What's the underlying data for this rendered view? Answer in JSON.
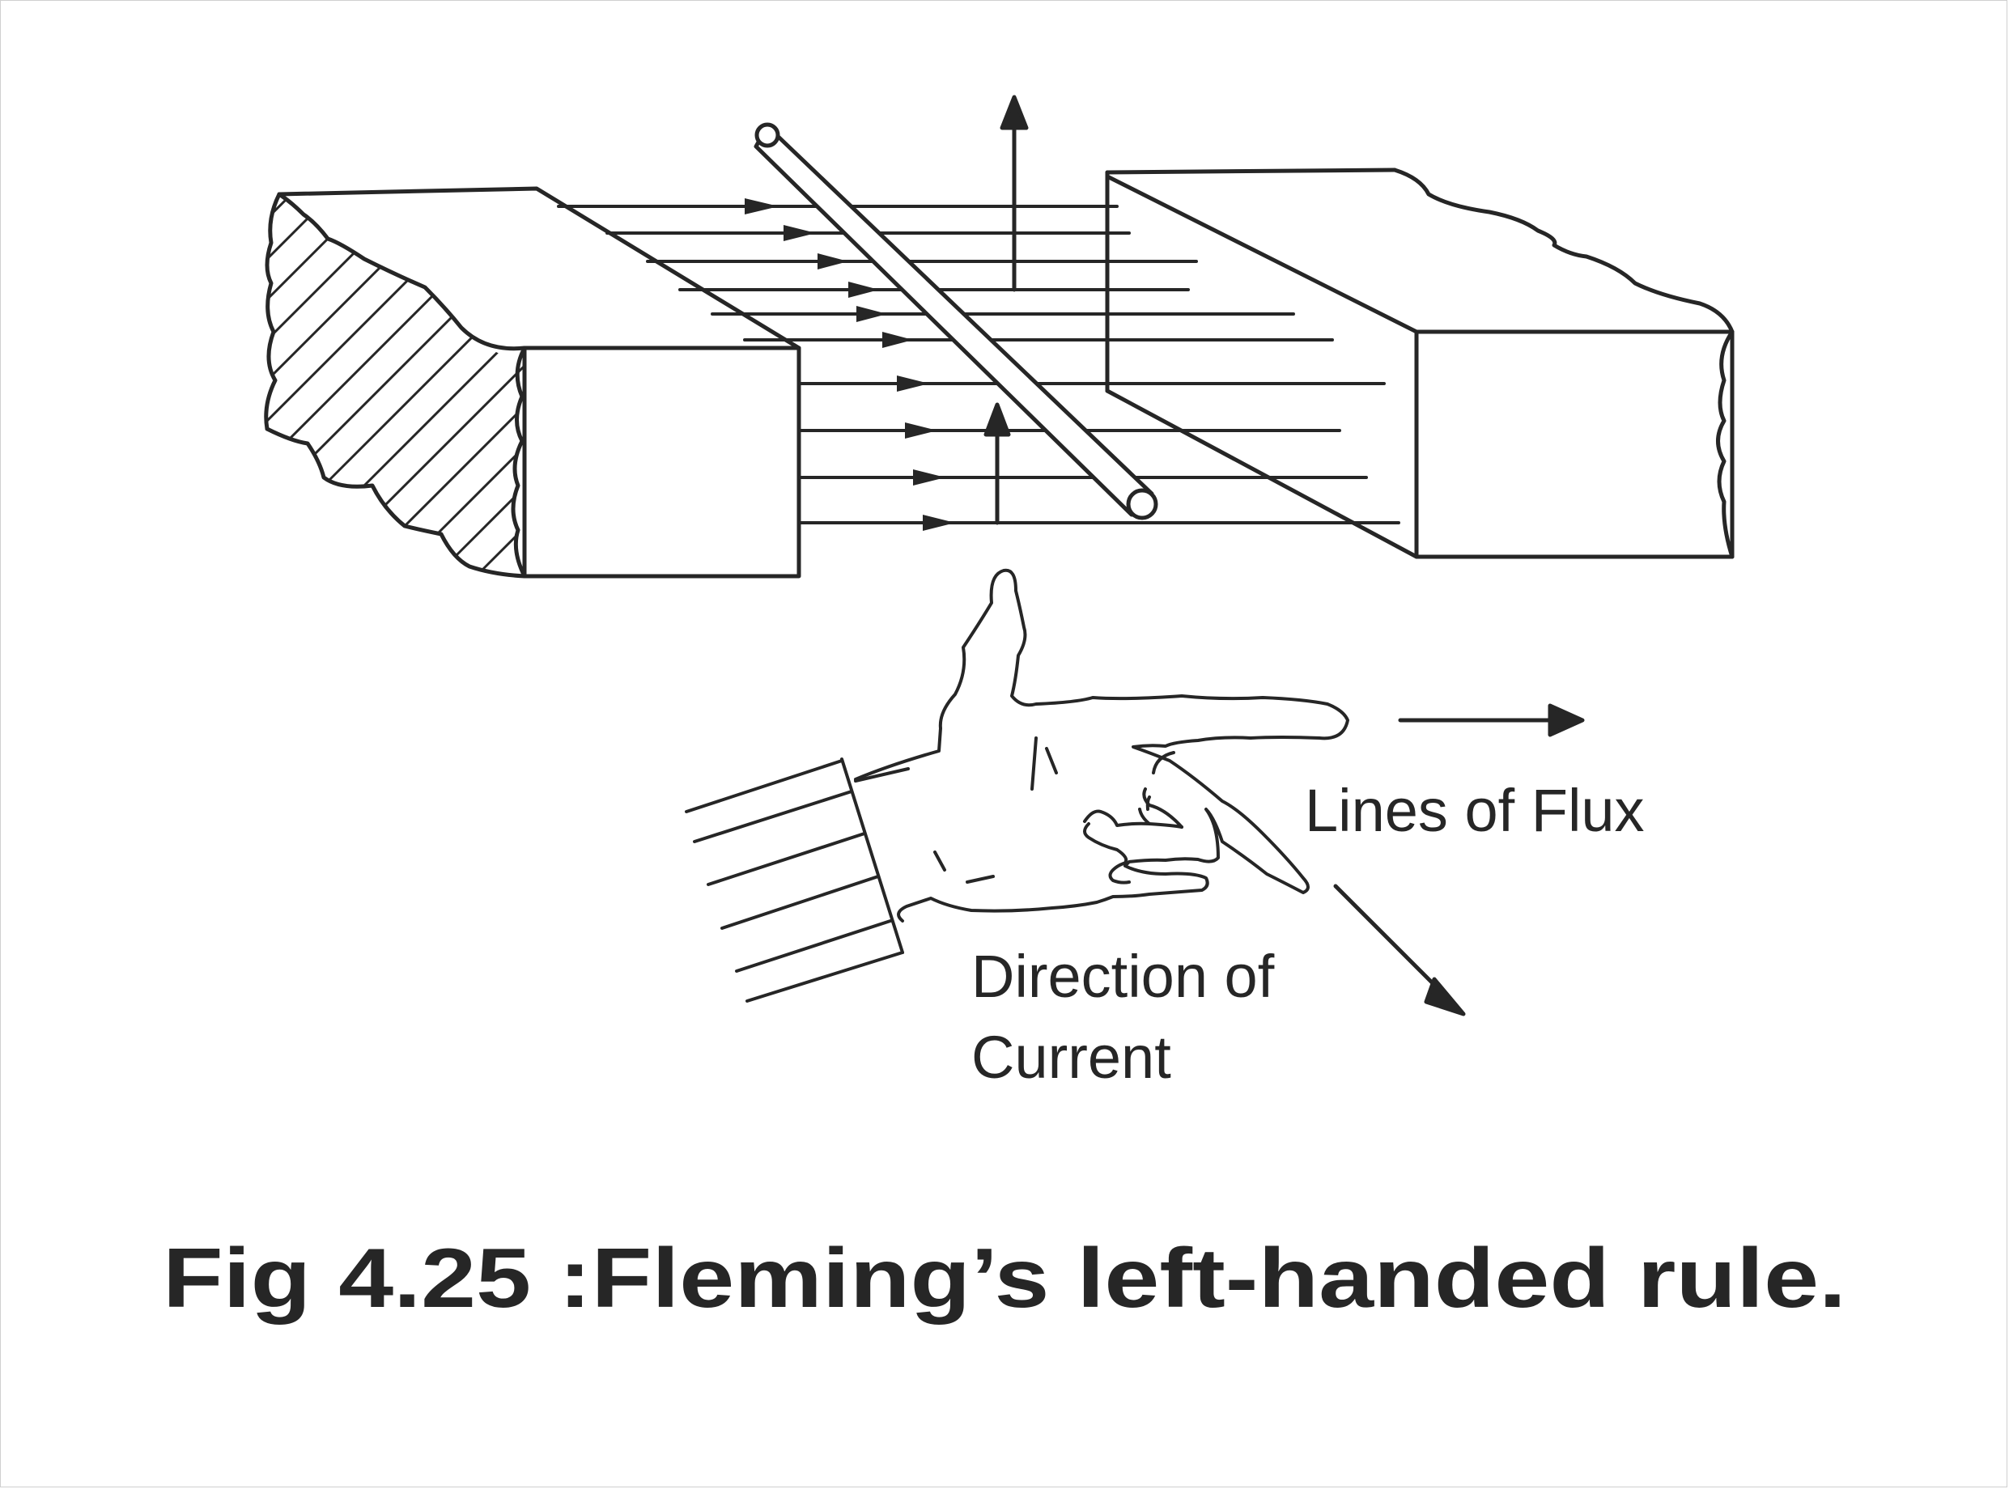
{
  "labels": {
    "lines_of_flux": "Lines of Flux",
    "direction_of_current_line1": "Direction of",
    "direction_of_current_line2": "Current"
  },
  "caption": "Fig 4.25 :Fleming’s left-handed rule.",
  "colors": {
    "ink": "#262626",
    "background": "#ffffff",
    "frame": "#cfcfcf"
  }
}
